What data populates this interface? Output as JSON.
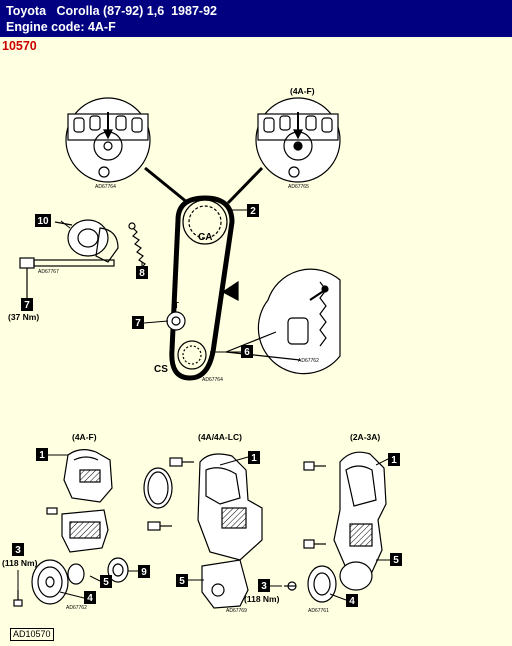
{
  "header": {
    "make": "Toyota",
    "model": "Corolla (87-92) 1,6",
    "years": "1987-92",
    "engine_code": "Engine code: 4A-F"
  },
  "ref_number": "10570",
  "footer_code": "AD10570",
  "callouts": [
    "1",
    "2",
    "3",
    "4",
    "5",
    "6",
    "7",
    "8",
    "9",
    "10"
  ],
  "labels": {
    "variant_4af": "(4A-F)",
    "variant_4a_4alc": "(4A/4A-LC)",
    "variant_2a_3a": "(2A-3A)",
    "camshaft": "CA",
    "crankshaft": "CS",
    "tensioner": "T",
    "torque_37": "(37 Nm)",
    "torque_118": "(118 Nm)"
  },
  "figure_codes": [
    "AD67764",
    "AD67765",
    "AD67767",
    "AD67762",
    "AD67764",
    "AD67762",
    "AD67769",
    "AD67761"
  ],
  "colors": {
    "header_bg": "#000080",
    "header_text": "#ffffff",
    "ref_text": "#cc0000",
    "page_bg": "#ffffe1",
    "line": "#000000"
  }
}
